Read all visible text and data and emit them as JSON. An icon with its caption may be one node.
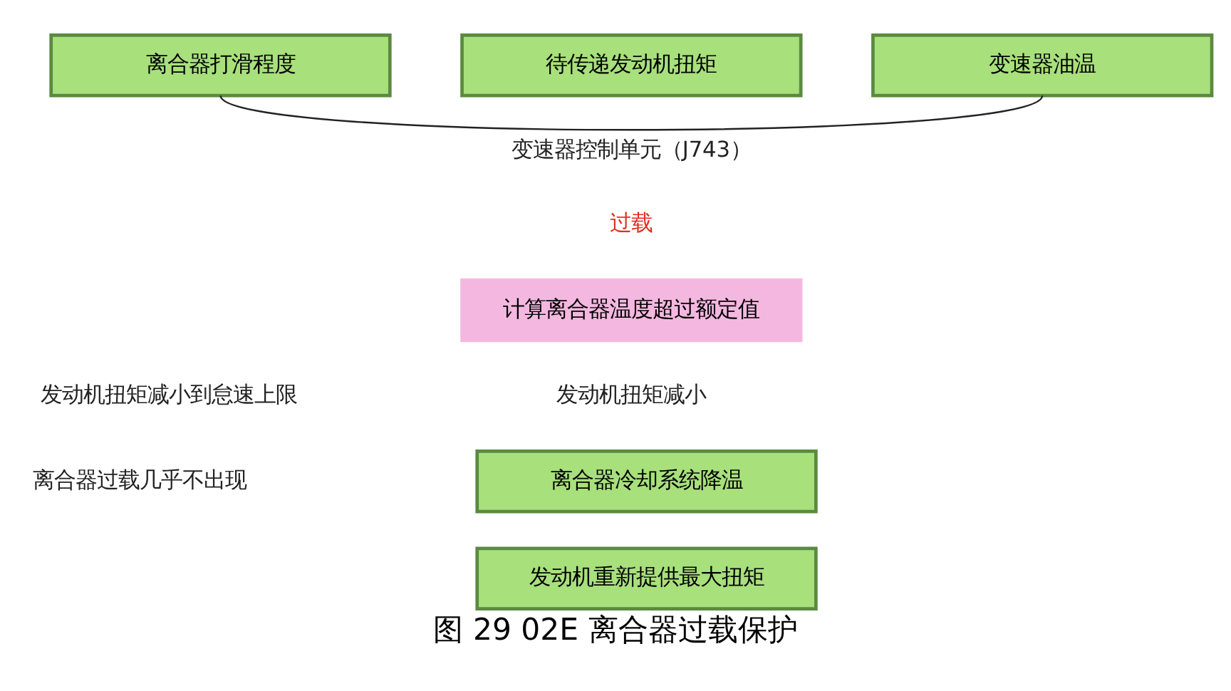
{
  "diagram": {
    "caption": "图 29 02E 离合器过载保护",
    "nodes": [
      {
        "text": [
          "离合器打滑程度"
        ]
      },
      {
        "text": [
          "待传递发动机扭矩"
        ]
      },
      {
        "text": [
          "变速器油温"
        ]
      },
      {
        "text": [
          "计算离合器温度超过额定值"
        ]
      },
      {
        "text": [
          "离合器冷却系统降温"
        ]
      },
      {
        "text": [
          "发动机重新提供最大扭矩"
        ]
      }
    ],
    "edges": [
      {
        "from": 0,
        "to": 2,
        "arrow": "none"
      }
    ],
    "labels": [
      "变速器控制单元（J743）",
      "过载",
      "发动机扭矩减小到怠速上限",
      "发动机扭矩减小",
      "离合器过载几乎不出现"
    ]
  }
}
